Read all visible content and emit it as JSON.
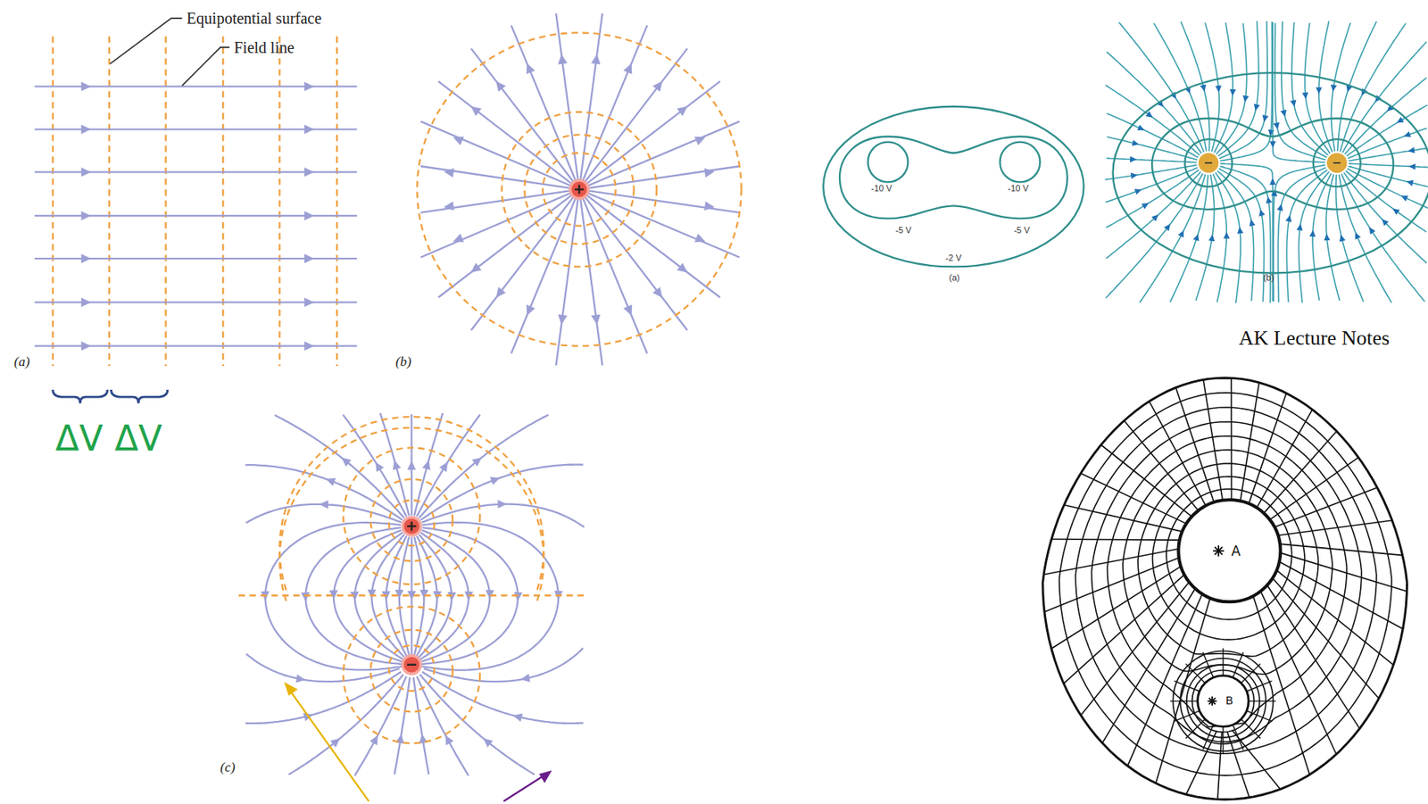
{
  "diagram": {
    "labels": [
      "Equipotential surface",
      "Field line",
      "(a)",
      "(b)",
      "ΔV",
      "ΔV",
      "(c)",
      "-10 V",
      "-10 V",
      "-5 V",
      "-5 V",
      "-2 V",
      "(a)",
      "(b)",
      "AK Lecture Notes",
      "A",
      "B"
    ]
  }
}
